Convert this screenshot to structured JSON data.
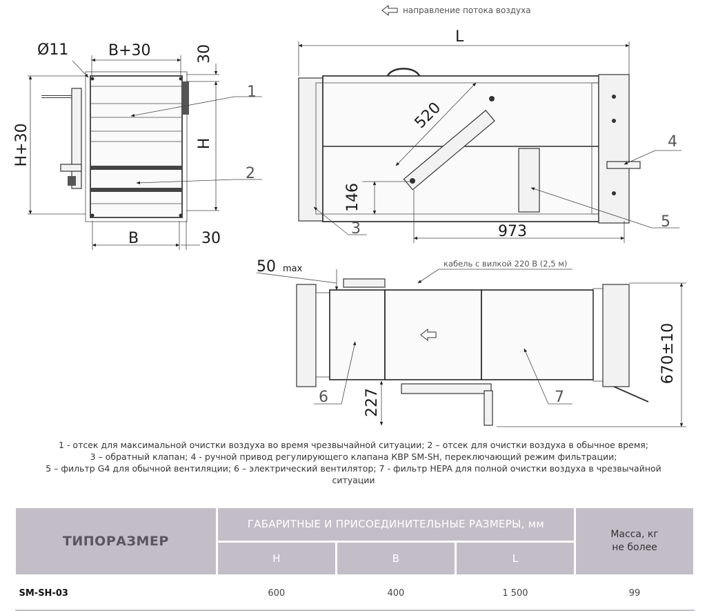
{
  "header_note": "направление потока воздуха",
  "dims": {
    "d11": "Ø11",
    "b30": "B+30",
    "h30": "H+30",
    "t30_top": "30",
    "h": "H",
    "b": "B",
    "t30_bottom": "30",
    "l": "L",
    "d520": "520",
    "d146": "146",
    "d973": "973",
    "d50": "50",
    "max": "max",
    "d670": "670±10",
    "d227": "227"
  },
  "cable_note": "кабель с вилкой 220 В (2,5 м)",
  "callouts": [
    "1",
    "2",
    "3",
    "4",
    "5",
    "6",
    "7"
  ],
  "legend": [
    "1 - отсек для максимальной очистки воздуха во время чрезвычайной ситуации; 2 – отсек для очистки воздуха в обычное время;",
    "3 – обратный клапан; 4 - ручной привод регулирующего клапана КВР SM-SH, переключающий режим фильтрации;",
    "5 – фильтр G4 для обычной вентиляции; 6 – электрический вентилятор; 7 - фильтр HEPA для полной очистки воздуха в чрезвычайной",
    "ситуации"
  ],
  "table": {
    "size_header": "ТИПОРАЗМЕР",
    "group_header": "ГАБАРИТНЫЕ И ПРИСОЕДИНИТЕЛЬНЫЕ РАЗМЕРЫ, мм",
    "sub_headers": [
      "H",
      "B",
      "L"
    ],
    "mass_header_1": "Масса, кг",
    "mass_header_2": "не более",
    "rows": [
      {
        "model": "SM-SH-03",
        "h": "600",
        "b": "400",
        "l": "1 500",
        "mass": "99"
      }
    ]
  },
  "colors": {
    "table_header": "#c3bdc8",
    "table_header_text": "#ffffff",
    "size_header_text": "#5a5560"
  }
}
